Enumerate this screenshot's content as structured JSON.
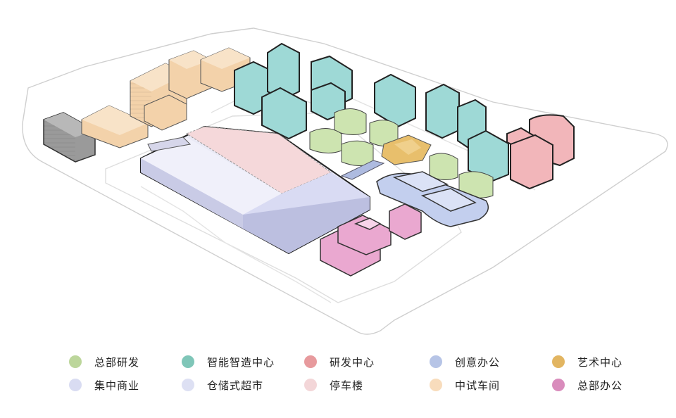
{
  "legend": {
    "items": [
      {
        "label": "总部研发",
        "color": "#bcd69b"
      },
      {
        "label": "智能智造中心",
        "color": "#7fc6b8"
      },
      {
        "label": "研发中心",
        "color": "#e79a9d"
      },
      {
        "label": "创意办公",
        "color": "#b6c4e6"
      },
      {
        "label": "艺术中心",
        "color": "#e2b561"
      },
      {
        "label": "集中商业",
        "color": "#d9dcf2"
      },
      {
        "label": "仓储式超市",
        "color": "#dde0f3"
      },
      {
        "label": "停车楼",
        "color": "#f3d6d8"
      },
      {
        "label": "中试车间",
        "color": "#f8dcbc"
      },
      {
        "label": "总部办公",
        "color": "#d98cbc"
      }
    ]
  },
  "colors": {
    "hq_rnd": "#cde4b0",
    "smart_mfg": "#a8e1df",
    "rnd_center": "#f0b4b8",
    "creative_office": "#c3cfee",
    "art_center": "#e8bf6c",
    "retail": "#dcdcf4",
    "warehouse_market": "#ebebf8",
    "parking": "#f5d8da",
    "pilot_workshop": "#f6dbb8",
    "hq_office": "#ebaed3",
    "existing_gray": "#9a9a9a"
  }
}
